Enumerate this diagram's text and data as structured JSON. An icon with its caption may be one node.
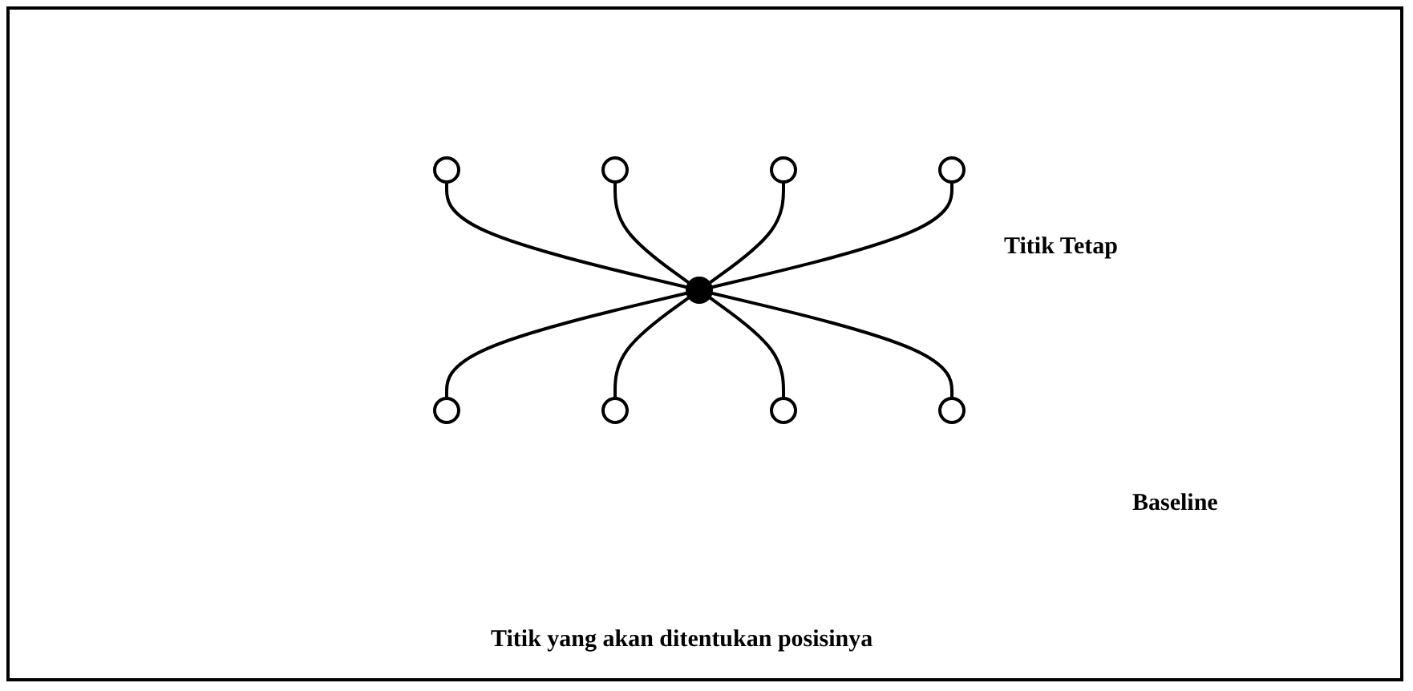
{
  "diagram": {
    "nodes": [
      {
        "text": [],
        "shape": "circle"
      },
      {
        "text": [],
        "shape": "circle"
      },
      {
        "text": [],
        "shape": "circle"
      },
      {
        "text": [],
        "shape": "circle"
      },
      {
        "text": [],
        "shape": "circle"
      },
      {
        "text": [],
        "shape": "circle"
      },
      {
        "text": [],
        "shape": "circle"
      },
      {
        "text": [],
        "shape": "circle"
      },
      {
        "text": [],
        "shape": "circle"
      }
    ],
    "edges": [
      {
        "from": 0,
        "to": 4,
        "arrow": "none"
      },
      {
        "from": 1,
        "to": 4,
        "arrow": "none"
      },
      {
        "from": 2,
        "to": 4,
        "arrow": "none"
      },
      {
        "from": 3,
        "to": 4,
        "arrow": "none"
      },
      {
        "from": 4,
        "to": 5,
        "arrow": "none"
      },
      {
        "from": 4,
        "to": 6,
        "arrow": "none"
      },
      {
        "from": 4,
        "to": 7,
        "arrow": "none"
      },
      {
        "from": 4,
        "to": 8,
        "arrow": "none"
      }
    ],
    "labels": [
      "Titik Tetap",
      "Baseline",
      "Titik yang akan ditentukan posisinya"
    ]
  }
}
